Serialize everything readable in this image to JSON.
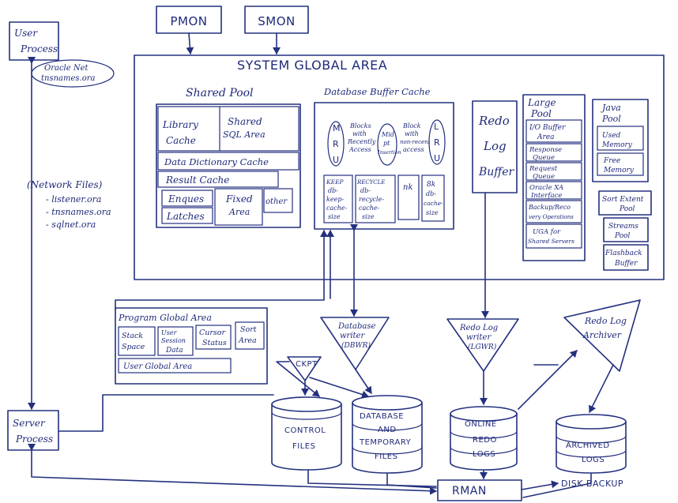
{
  "processes": {
    "pmon": "PMON",
    "smon": "SMON",
    "user_process_line1": "User",
    "user_process_line2": "Process",
    "oracle_net_line1": "Oracle Net",
    "oracle_net_line2": "tnsnames.ora",
    "server_process_line1": "Server",
    "server_process_line2": "Process"
  },
  "network_files": {
    "title": "(Network Files)",
    "items": [
      "- listener.ora",
      "- tnsnames.ora",
      "- sqlnet.ora"
    ]
  },
  "sga": {
    "title": "SYSTEM  GLOBAL  AREA",
    "shared_pool": {
      "title": "Shared Pool",
      "library_cache_1": "Library",
      "library_cache_2": "Cache",
      "shared_sql_1": "Shared",
      "shared_sql_2": "SQL Area",
      "data_dictionary": "Data Dictionary Cache",
      "result_cache": "Result Cache",
      "enqueues": "Enques",
      "latches": "Latches",
      "fixed_area_1": "Fixed",
      "fixed_area_2": "Area",
      "other": "other"
    },
    "buffer_cache": {
      "title": "Database Buffer Cache",
      "mru": [
        "M",
        "R",
        "U"
      ],
      "lru": [
        "L",
        "R",
        "U"
      ],
      "recent_1": "Blocks",
      "recent_2": "with",
      "recent_3": "Recently",
      "recent_4": "Access",
      "mid_1": "Mid",
      "mid_2": "pt",
      "mid_3": "Insertion",
      "nonrecent_1": "Block",
      "nonrecent_2": "with",
      "nonrecent_3": "non-recent",
      "nonrecent_4": "access",
      "keep": [
        "KEEP",
        "db-",
        "keep-",
        "cache-",
        "size"
      ],
      "recycle": [
        "RECYCLE",
        "db-",
        "recycle-",
        "cache-",
        "size"
      ],
      "nk": "nk",
      "k8": [
        "8k",
        "db-",
        "cache-",
        "size"
      ]
    },
    "redo_log_buffer": [
      "Redo",
      "Log",
      "Buffer"
    ],
    "large_pool": {
      "title_1": "Large",
      "title_2": "Pool",
      "io_buffer": [
        "I/O Buffer",
        "Area"
      ],
      "response_queue": [
        "Response",
        "Queue"
      ],
      "request_queue": [
        "Request",
        "Queue"
      ],
      "oracle_xa": [
        "Oracle XA",
        "Interface"
      ],
      "backup_restore": [
        "Backup/Reco",
        "very Operations"
      ],
      "uga": [
        "UGA for",
        "Shared Servers"
      ]
    },
    "java_pool": {
      "title_1": "Java",
      "title_2": "Pool",
      "used_memory": [
        "Used",
        "Memory"
      ],
      "free_memory": [
        "Free",
        "Memory"
      ]
    },
    "sort_extent_pool": [
      "Sort Extent",
      "Pool"
    ],
    "streams_pool": [
      "Streams",
      "Pool"
    ],
    "flashback_buffer": [
      "Flashback",
      "Buffer"
    ]
  },
  "pga": {
    "title": "Program Global Area",
    "stack_space": [
      "Stack",
      "Space"
    ],
    "user_session_data": [
      "User",
      "Session",
      "Data"
    ],
    "cursor_status": [
      "Cursor",
      "Status"
    ],
    "sort_area": [
      "Sort",
      "Area"
    ],
    "uga": "User Global Area"
  },
  "background": {
    "dbwr": [
      "Database",
      "writer",
      "(DBWR)"
    ],
    "lgwr": [
      "Redo Log",
      "writer",
      "(LGWR)"
    ],
    "arch": [
      "Redo Log",
      "Archiver"
    ],
    "ckpt": "CKPT"
  },
  "storage": {
    "control_files": [
      "CONTROL",
      "FILES"
    ],
    "db_files": [
      "DATABASE",
      "AND",
      "TEMPORARY",
      "FILES"
    ],
    "online_redo": [
      "ONLINE",
      "REDO",
      "LOGS"
    ],
    "archived": [
      "ARCHIVED",
      "LOGS"
    ]
  },
  "rman": "RMAN",
  "disk_backup": "DISK BACKUP"
}
